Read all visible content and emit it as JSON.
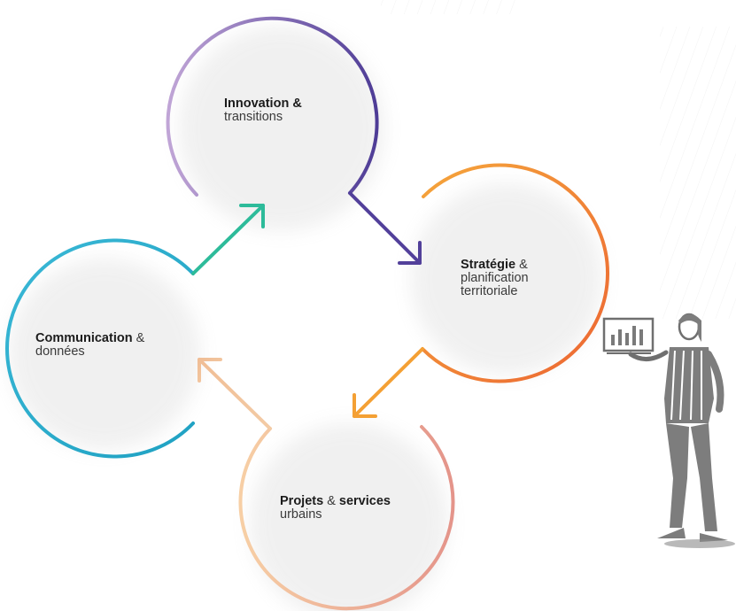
{
  "diagram": {
    "nodes": [
      {
        "id": "innovation",
        "bold": "Innovation &",
        "rest": "",
        "line2": "transitions",
        "color_start": "#b59ad0",
        "color_end": "#52409a"
      },
      {
        "id": "strategie",
        "bold": "Stratégie",
        "rest": " &",
        "line2": "planification",
        "line3": "territoriale",
        "color_start": "#f5a13d",
        "color_end": "#ec6a35"
      },
      {
        "id": "projets",
        "bold": "Projets",
        "rest": " & ",
        "bold2": "services",
        "line2": "urbains",
        "color_start": "#f7cba2",
        "color_end": "#e79a8e"
      },
      {
        "id": "communication",
        "bold": "Communication",
        "rest": " &",
        "line2": "données",
        "color_start": "#2eb5d4",
        "color_end": "#27a8c6"
      }
    ],
    "arrows": [
      {
        "from": "communication",
        "to": "innovation",
        "color": "#2dbb9a"
      },
      {
        "from": "innovation",
        "to": "strategie",
        "color": "#52409a"
      },
      {
        "from": "strategie",
        "to": "projets",
        "color": "#f4a034"
      },
      {
        "from": "projets",
        "to": "communication",
        "color": "#f2c7a0"
      }
    ]
  },
  "illustration": {
    "icon": "presenter-with-chart-icon",
    "color": "#7d7d7d"
  }
}
